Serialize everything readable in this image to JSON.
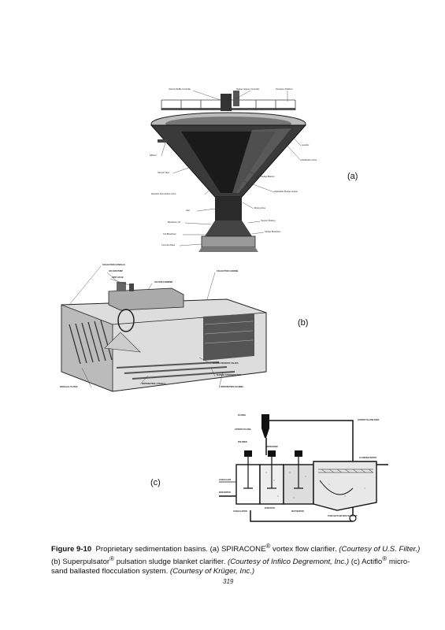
{
  "figure_a": {
    "tag": "(a)",
    "labels": {
      "velocity_baffle_controller": "Velocity Baffle Controller",
      "sludge_hopper_controller": "Sludge Hopper Controller",
      "operation_platform": "Operation Platform",
      "launder": "Launder",
      "effluent": "Effluent",
      "clarification_zone": "Clarification Zone",
      "sample_taps": "Sample Taps",
      "sludge_blanket": "Sludge Blanket",
      "adjustable_sludge_hopper": "Adjustable Sludge Hopper",
      "reaction_flocculation_zone": "Reaction Flocculation Zone",
      "mixing_zone": "Mixing Zone",
      "inlet": "Inlet",
      "support_skirting": "Support Skirting",
      "blowdown_jet": "Blowdown Jet",
      "sludge_blowdown": "Sludge Blowdown",
      "grit_blowdown": "Grit Blowdown",
      "concrete_base": "Concrete Base"
    }
  },
  "figure_b": {
    "tag": "(b)",
    "labels": {
      "collection_laterals": "COLLECTION LATERALS",
      "vacuum_pump": "VACUUM PUMP",
      "vent_valve": "VENT VALVE",
      "vacuum_chamber": "VACUUM CHAMBER",
      "collection_channel": "COLLECTION CHANNEL",
      "sludge drawoff_valves": "SLUDGE DRAWOFF VALVES",
      "sludge_concentrator": "SLUDGE CONCENTRATOR",
      "distribution_channel": "DISTRIBUTION CHANNEL",
      "distribution_laterals": "DISTRIBUTION LATERALS",
      "parallel_plates": "PARALLEL PLATES"
    }
  },
  "figure_c": {
    "tag": "(c)",
    "labels": {
      "sludge": "SLUDGE",
      "hydrocyclone": "HYDROCYCLONE",
      "hydrocyclone_feed": "HYDROCYCLONE FEED",
      "polymer": "POLYMER",
      "microsand": "MICROSAND",
      "clarified_water": "CLARIFIED WATER",
      "coagulant": "COAGULANT",
      "raw_water": "RAW WATER",
      "coagulation": "COAGULATION",
      "injection": "INJECTION",
      "maturation": "MATURATION",
      "tube_settler": "TUBE SETTLER WITH SCRAPER"
    }
  },
  "caption": {
    "fig_number": "Figure 9-10",
    "text_1": "Proprietary sedimentation basins. (a) SPIRACONE",
    "sup_1": "®",
    "text_2": " vortex flow clarifier. ",
    "cite_1": "(Courtesy of U.S. Filter.)",
    "text_3": " (b) Superpulsator",
    "sup_2": "®",
    "text_4": " pulsation sludge blanket clarifier. ",
    "cite_2": "(Courtesy of Infilco Degremont, Inc.)",
    "text_5": " (c) Actiflo",
    "sup_3": "®",
    "text_6": " micro-sand ballasted flocculation system. ",
    "cite_3": "(Courtesy of Krüger, Inc.)"
  },
  "page_number": "319"
}
